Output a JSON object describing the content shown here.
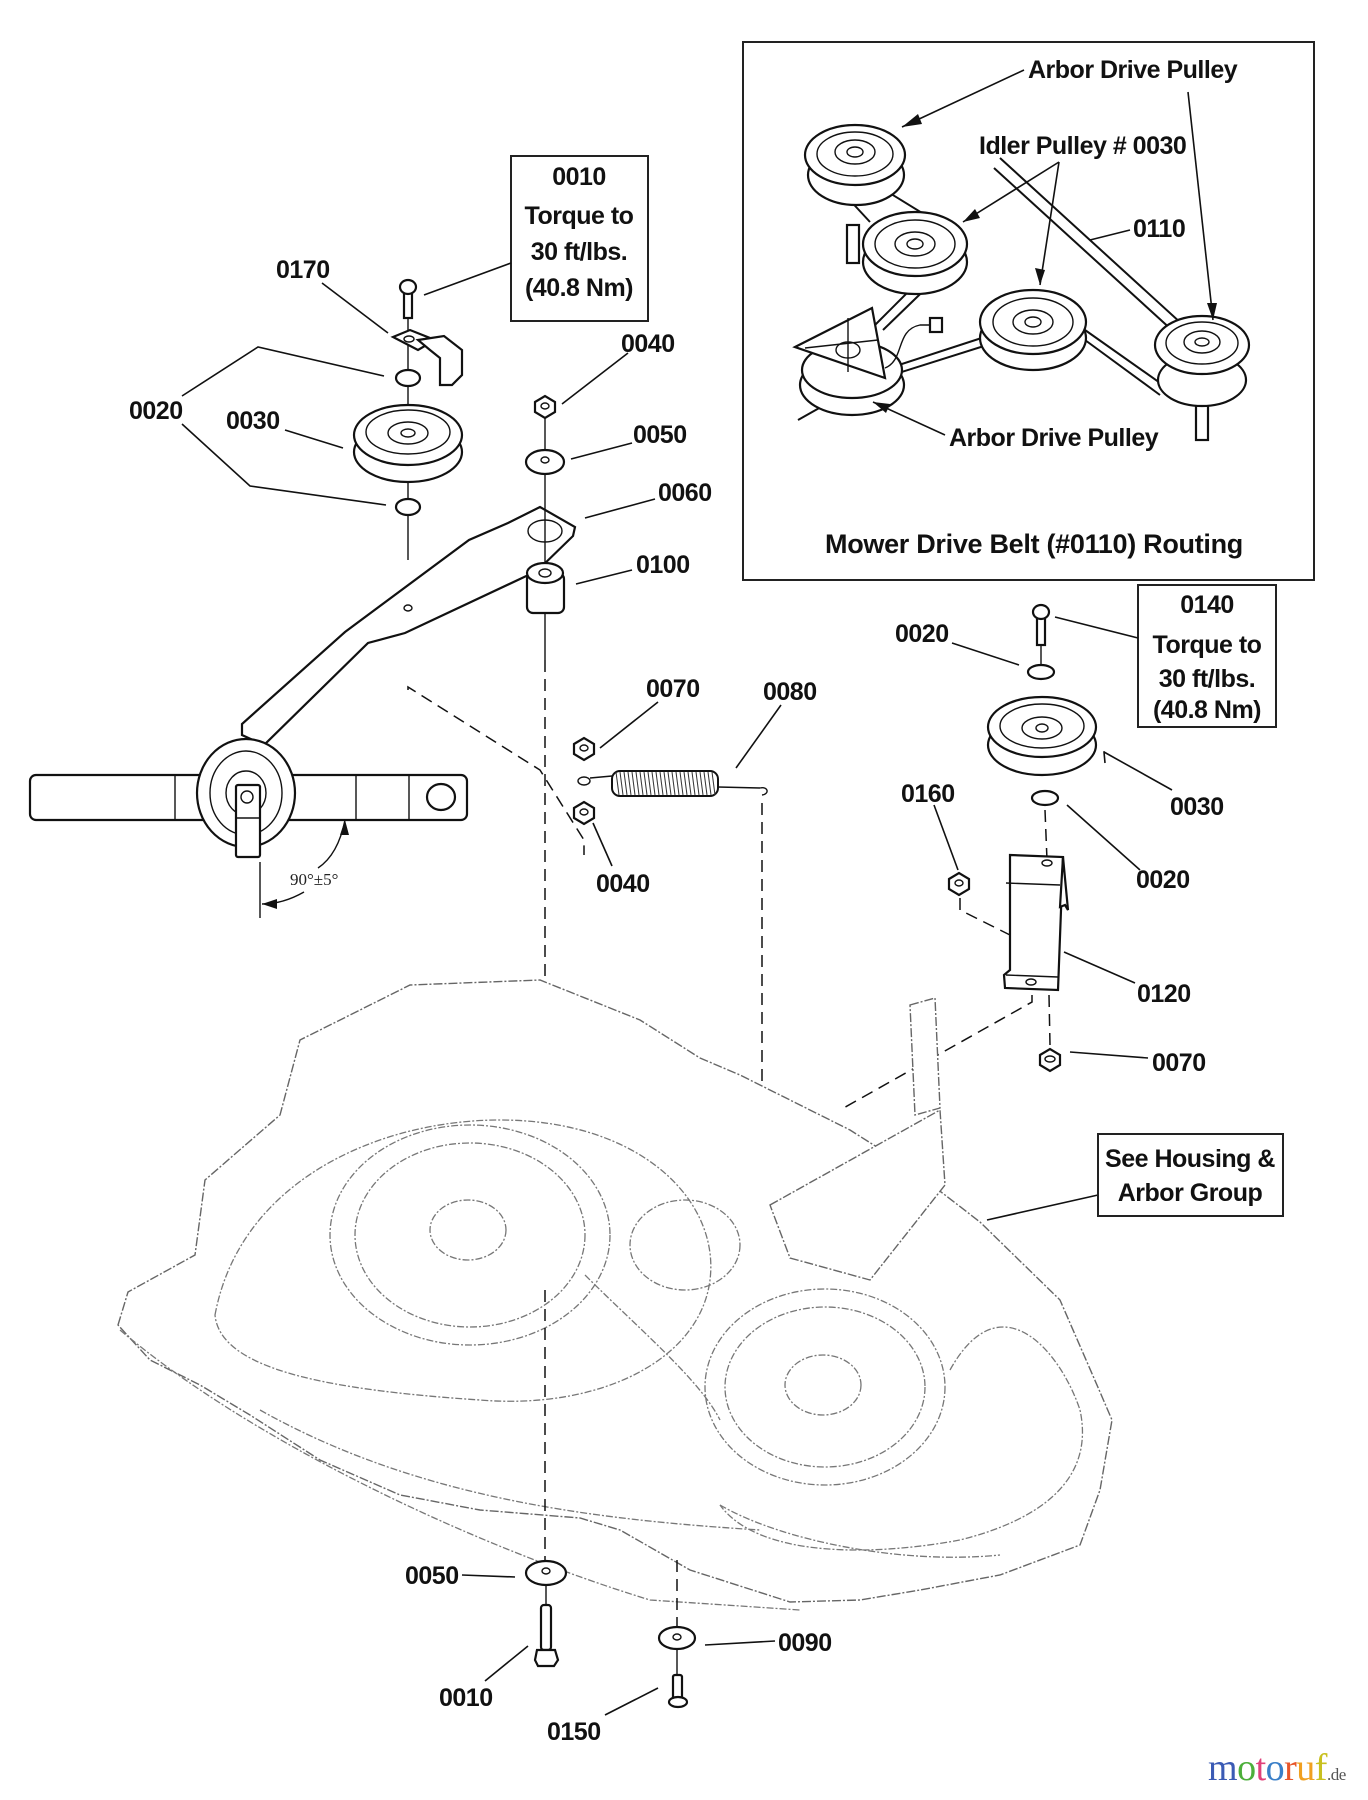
{
  "diagram": {
    "title": "Mower Drive Belt (#0110) Routing",
    "inset": {
      "title": "Mower Drive Belt (#0110) Routing",
      "labels": {
        "arbor_top": "Arbor Drive Pulley",
        "idler": "Idler Pulley # 0030",
        "belt": "0110",
        "arbor_bottom": "Arbor Drive Pulley"
      }
    },
    "notes": {
      "torque_left": {
        "part": "0010",
        "line1": "Torque to",
        "line2": "30 ft/lbs.",
        "line3": "(40.8 Nm)"
      },
      "torque_right": {
        "part": "0140",
        "line1": "Torque to",
        "line2": "30 ft/lbs.",
        "line3": "(40.8 Nm)"
      },
      "housing": {
        "line1": "See Housing &",
        "line2": "Arbor Group"
      }
    },
    "alignment": {
      "angle_label": "90°±5°"
    },
    "callouts": {
      "c0170": "0170",
      "c0020_left": "0020",
      "c0030_left": "0030",
      "c0040_top": "0040",
      "c0050_top": "0050",
      "c0060": "0060",
      "c0100": "0100",
      "c0070_left": "0070",
      "c0080": "0080",
      "c0040_bottom": "0040",
      "c0020_right_top": "0020",
      "c0030_right": "0030",
      "c0160": "0160",
      "c0020_right_bottom": "0020",
      "c0120": "0120",
      "c0070_right": "0070",
      "c0050_bottom": "0050",
      "c0010_bottom": "0010",
      "c0090": "0090",
      "c0150": "0150"
    }
  },
  "watermark": {
    "letters": [
      {
        "ch": "m",
        "color": "#3b5bb5"
      },
      {
        "ch": "o",
        "color": "#4caf3a"
      },
      {
        "ch": "t",
        "color": "#e0407a"
      },
      {
        "ch": "o",
        "color": "#3a7fc8"
      },
      {
        "ch": "r",
        "color": "#e8562a"
      },
      {
        "ch": "u",
        "color": "#f0a020"
      },
      {
        "ch": "f",
        "color": "#c8c020"
      }
    ],
    "tld": ".de"
  }
}
